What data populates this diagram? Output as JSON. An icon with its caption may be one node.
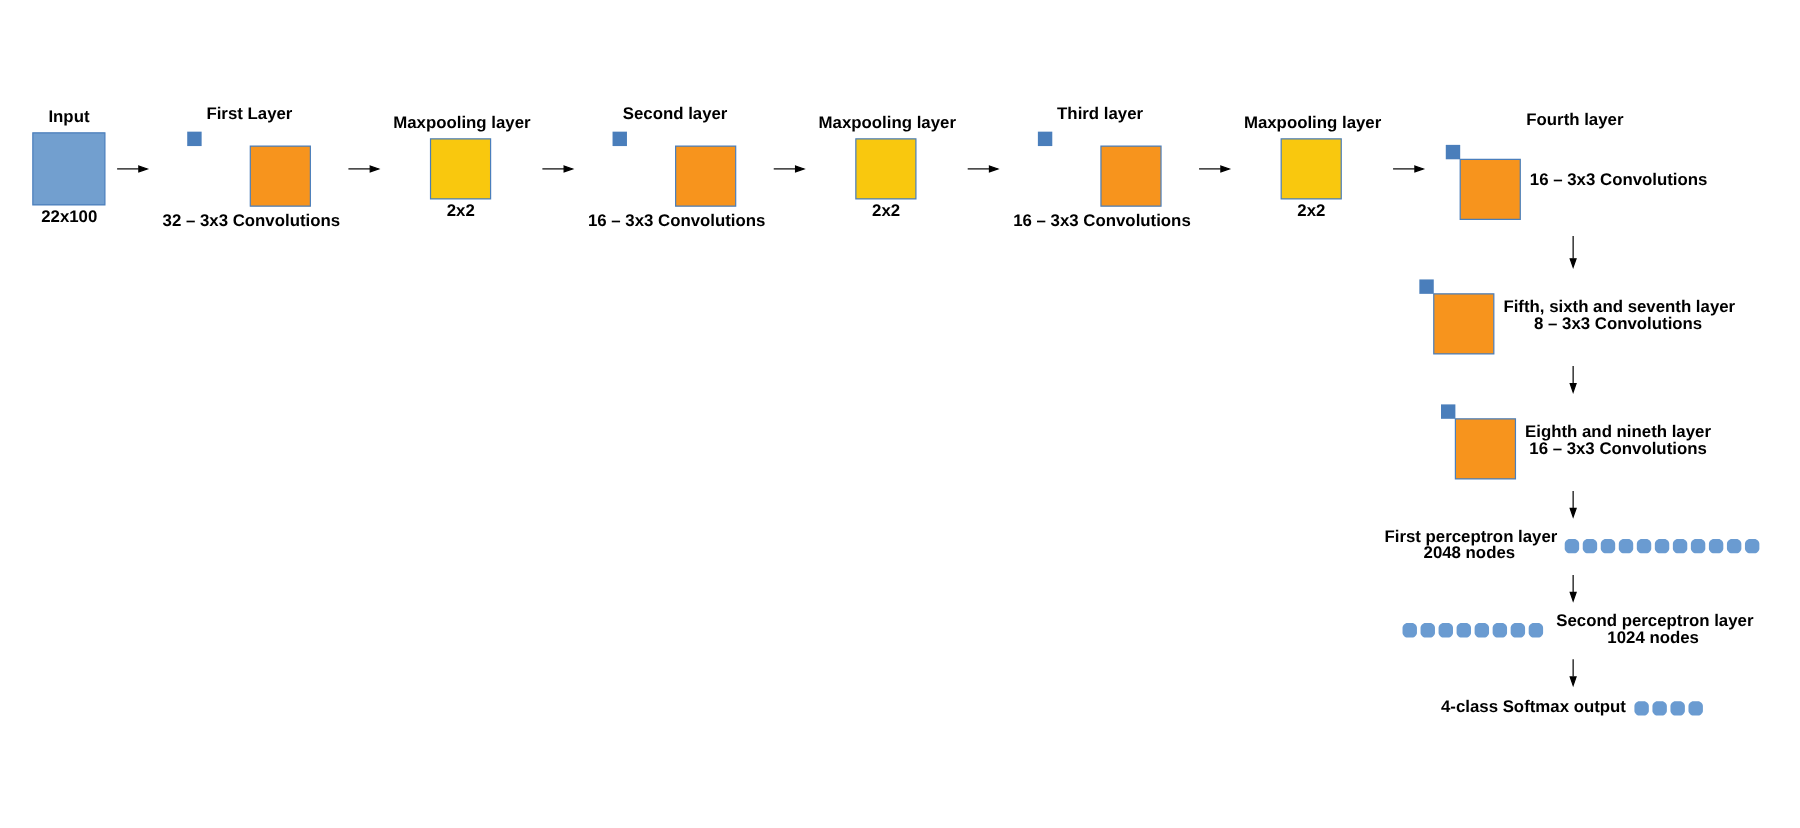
{
  "diagram": {
    "nodes": [
      {
        "text": [
          "Input"
        ],
        "beside": [
          "22x100"
        ]
      },
      {
        "text": [
          "First Layer"
        ],
        "beside": [
          "32 – 3x3 Convolutions"
        ]
      },
      {
        "text": [
          "Maxpooling layer"
        ],
        "beside": [
          "2x2"
        ]
      },
      {
        "text": [
          "Second layer"
        ],
        "beside": [
          "16 – 3x3 Convolutions"
        ]
      },
      {
        "text": [
          "Maxpooling layer"
        ],
        "beside": [
          "2x2"
        ]
      },
      {
        "text": [
          "Third layer"
        ],
        "beside": [
          "16 – 3x3 Convolutions"
        ]
      },
      {
        "text": [
          "Maxpooling layer"
        ],
        "beside": [
          "2x2"
        ]
      },
      {
        "text": [
          "Fourth layer"
        ],
        "beside": [
          "16 – 3x3 Convolutions"
        ]
      },
      {
        "text": [],
        "shape": "box",
        "beside": [
          "Fifth, sixth and seventh layer",
          "8 – 3x3 Convolutions"
        ]
      },
      {
        "text": [],
        "shape": "box",
        "beside": [
          "Eighth and nineth layer",
          "16 – 3x3 Convolutions"
        ]
      },
      {
        "text": [],
        "shape": "circle",
        "beside": [
          "First perceptron layer",
          "2048 nodes"
        ]
      },
      {
        "text": [],
        "shape": "circle",
        "beside": [
          "Second perceptron layer",
          "1024 nodes"
        ]
      },
      {
        "text": [],
        "shape": "circle",
        "beside": [
          "4-class Softmax output"
        ]
      }
    ],
    "edges": [
      {
        "from": 0,
        "to": 1,
        "arrow": "to"
      },
      {
        "from": 1,
        "to": 2,
        "arrow": "to"
      },
      {
        "from": 2,
        "to": 3,
        "arrow": "to"
      },
      {
        "from": 3,
        "to": 4,
        "arrow": "to"
      },
      {
        "from": 4,
        "to": 5,
        "arrow": "to"
      },
      {
        "from": 5,
        "to": 6,
        "arrow": "to"
      },
      {
        "from": 6,
        "to": 7,
        "arrow": "to"
      },
      {
        "from": 7,
        "to": 8,
        "arrow": "to"
      },
      {
        "from": 8,
        "to": 9,
        "arrow": "to"
      },
      {
        "from": 9,
        "to": 10,
        "arrow": "to"
      },
      {
        "from": 10,
        "to": 11,
        "arrow": "to"
      },
      {
        "from": 11,
        "to": 12,
        "arrow": "to"
      }
    ]
  }
}
